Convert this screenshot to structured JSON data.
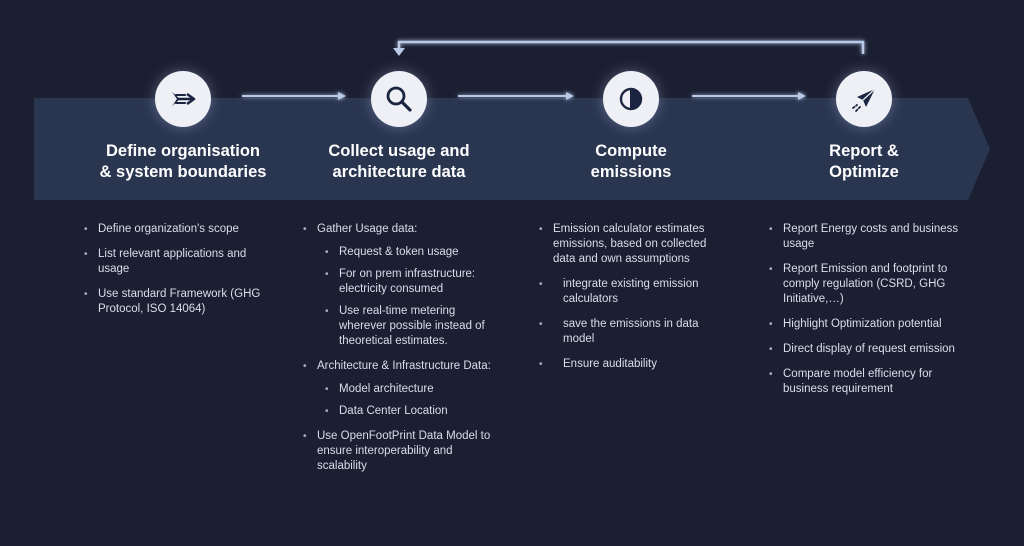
{
  "colors": {
    "background": "#1b1f32",
    "band": "#2a3550",
    "arrow": "#b9cae8",
    "icon_bg": "#eef0f6",
    "icon_fg": "#1b2440"
  },
  "steps": [
    {
      "icon": "plane-arrows-icon",
      "title_line1": "Define organisation",
      "title_line2": "& system boundaries",
      "items": [
        {
          "text": "Define organization's scope"
        },
        {
          "text": "List relevant applications and usage"
        },
        {
          "text": "Use standard Framework (GHG Protocol, ISO 14064)"
        }
      ]
    },
    {
      "icon": "magnifier-icon",
      "title_line1": "Collect usage and",
      "title_line2": "architecture data",
      "items": [
        {
          "text": "Gather Usage data:",
          "sub": [
            "Request & token usage",
            "For on prem infrastructure: electricity consumed",
            "Use real-time metering wherever possible instead of theoretical estimates."
          ]
        },
        {
          "text": "Architecture & Infrastructure Data:",
          "sub": [
            "Model architecture",
            "Data Center Location"
          ]
        },
        {
          "text": "Use OpenFootPrint Data Model to ensure interoperability and scalability"
        }
      ]
    },
    {
      "icon": "half-circle-icon",
      "title_line1": "Compute",
      "title_line2": "emissions",
      "items": [
        {
          "text": "Emission calculator estimates emissions, based on collected data and own assumptions"
        },
        {
          "text": "integrate existing emission calculators",
          "indent": true
        },
        {
          "text": "save the emissions in data model",
          "indent": true
        },
        {
          "text": "Ensure auditability",
          "indent": true
        }
      ]
    },
    {
      "icon": "paper-plane-icon",
      "title_line1": "Report &",
      "title_line2": "Optimize",
      "items": [
        {
          "text": "Report Energy costs and business usage"
        },
        {
          "text": "Report Emission and footprint to comply regulation (CSRD, GHG Initiative,…)"
        },
        {
          "text": "Highlight Optimization potential"
        },
        {
          "text": "Direct display of request emission"
        },
        {
          "text": "Compare model efficiency for business requirement"
        }
      ]
    }
  ]
}
